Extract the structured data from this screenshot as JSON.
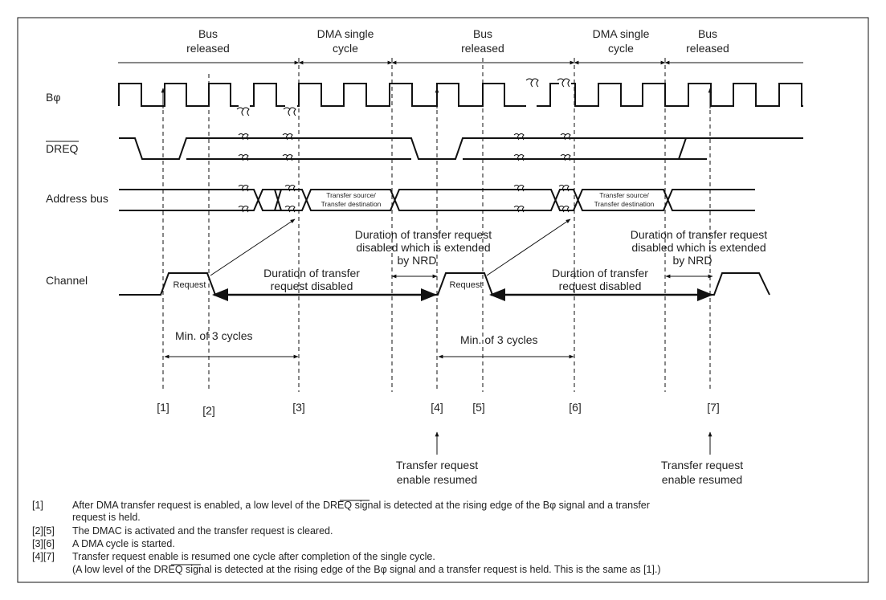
{
  "phases": {
    "bus_released_1": [
      "Bus",
      "released"
    ],
    "dma_single_cycle_1": [
      "DMA single",
      "cycle"
    ],
    "bus_released_2": [
      "Bus",
      "released"
    ],
    "dma_single_cycle_2": [
      "DMA single",
      "cycle"
    ],
    "bus_released_3": [
      "Bus",
      "released"
    ]
  },
  "signals": {
    "clock": "Bφ",
    "dreq": "DREQ",
    "address_bus": "Address bus",
    "channel": "Channel"
  },
  "address_labels": {
    "line1": "Transfer source/",
    "line2": "Transfer destination"
  },
  "channel_labels": {
    "request": "Request",
    "disabled_1": [
      "Duration of transfer",
      "request disabled"
    ],
    "disabled_2": [
      "Duration of transfer",
      "request disabled"
    ],
    "extended_1": [
      "Duration of transfer request",
      "disabled which is extended",
      "by NRD"
    ],
    "extended_2": [
      "Duration of transfer request",
      "disabled which is extended",
      "by NRD"
    ],
    "min_cycles_1": "Min. of 3 cycles",
    "min_cycles_2": "Min. of 3 cycles"
  },
  "markers": [
    "[1]",
    "[2]",
    "[3]",
    "[4]",
    "[5]",
    "[6]",
    "[7]"
  ],
  "resume_label": [
    "Transfer request",
    "enable resumed"
  ],
  "notes": [
    {
      "tag": "[1]",
      "lines": [
        "After DMA transfer request is enabled, a low level of the DREQ signal is detected at the rising edge of the Bφ signal and a transfer",
        "request is held."
      ]
    },
    {
      "tag": "[2][5]",
      "lines": [
        "The DMAC is activated and the transfer request is cleared."
      ]
    },
    {
      "tag": "[3][6]",
      "lines": [
        "A DMA cycle is started."
      ]
    },
    {
      "tag": "[4][7]",
      "lines": [
        "Transfer request enable is resumed one cycle after completion of the single cycle.",
        "(A low level of the DREQ signal is detected at the rising edge of the Bφ signal and a transfer request is held. This is the same as [1].)"
      ]
    }
  ]
}
